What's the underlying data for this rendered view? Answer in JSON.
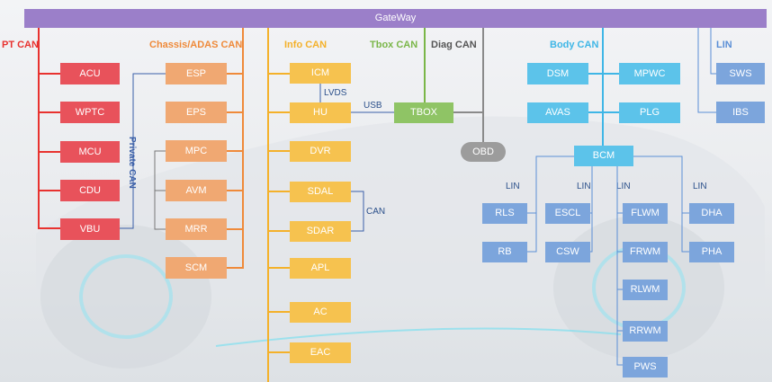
{
  "gateway": "GateWay",
  "colors": {
    "pt": "#e8322f",
    "chassis": "#ef8a3a",
    "info": "#f4b12a",
    "tbox": "#7ab648",
    "diag": "#8a8a8a",
    "body": "#3fb6e6",
    "lin": "#5b8fd6",
    "gateway": "#9b7fc9"
  },
  "buses": {
    "pt": "PT CAN",
    "chassis": "Chassis/ADAS CAN",
    "info": "Info CAN",
    "tbox": "Tbox CAN",
    "diag": "Diag CAN",
    "body": "Body CAN",
    "lin_top": "LIN",
    "private": "Private CAN"
  },
  "links": {
    "lvds": "LVDS",
    "usb": "USB",
    "can": "CAN",
    "lin1": "LIN",
    "lin2": "LIN",
    "lin3": "LIN",
    "lin4": "LIN"
  },
  "nodes": {
    "acu": "ACU",
    "wptc": "WPTC",
    "mcu": "MCU",
    "cdu": "CDU",
    "vbu": "VBU",
    "esp": "ESP",
    "eps": "EPS",
    "mpc": "MPC",
    "avm": "AVM",
    "mrr": "MRR",
    "scm": "SCM",
    "icm": "ICM",
    "hu": "HU",
    "dvr": "DVR",
    "sdal": "SDAL",
    "sdar": "SDAR",
    "apl": "APL",
    "ac": "AC",
    "eac": "EAC",
    "tbox": "TBOX",
    "obd": "OBD",
    "dsm": "DSM",
    "mpwc": "MPWC",
    "avas": "AVAS",
    "plg": "PLG",
    "bcm": "BCM",
    "sws": "SWS",
    "ibs": "IBS",
    "rls": "RLS",
    "escl": "ESCL",
    "flwm": "FLWM",
    "dha": "DHA",
    "rb": "RB",
    "csw": "CSW",
    "frwm": "FRWM",
    "pha": "PHA",
    "rlwm": "RLWM",
    "rrwm": "RRWM",
    "pws": "PWS"
  }
}
